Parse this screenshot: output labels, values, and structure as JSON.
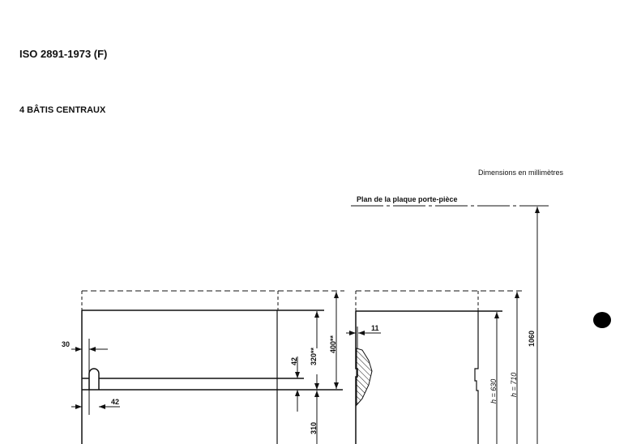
{
  "header": {
    "document_id": "ISO 2891-1973 (F)"
  },
  "section": {
    "title": "4  BÂTIS CENTRAUX"
  },
  "drawing": {
    "units_note": "Dimensions en millimètres",
    "plane_label": "Plan de la plaque porte-pièce",
    "dimensions": {
      "d30": "30",
      "d42_horizontal": "42",
      "d42_vertical": "42",
      "d320": "320**",
      "d400": "400**",
      "d310": "310",
      "d11": "11",
      "h630": "h = 630",
      "h710": "h = 710",
      "d1060": "1060"
    }
  }
}
